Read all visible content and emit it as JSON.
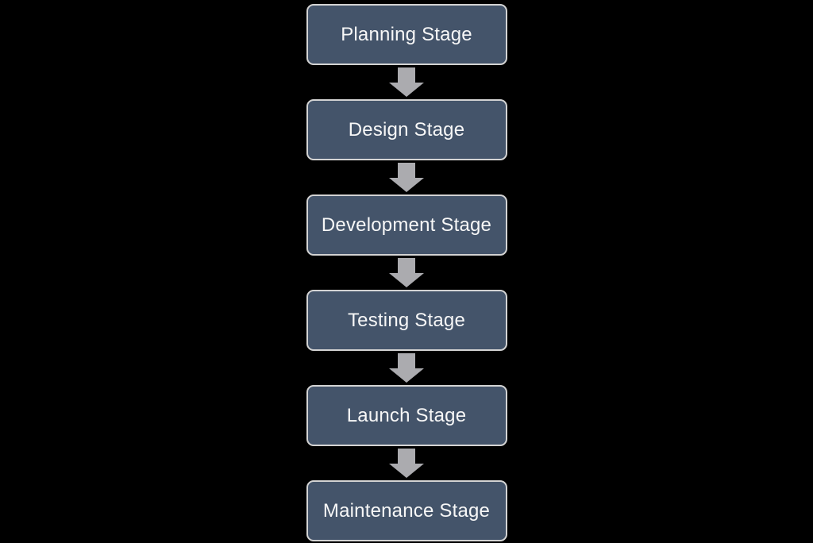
{
  "diagram": {
    "type": "flowchart",
    "direction": "top-down",
    "stages": [
      {
        "label": "Planning Stage"
      },
      {
        "label": "Design Stage"
      },
      {
        "label": "Development Stage"
      },
      {
        "label": "Testing Stage"
      },
      {
        "label": "Launch Stage"
      },
      {
        "label": "Maintenance Stage"
      }
    ],
    "connector": {
      "shape": "block-arrow-down"
    },
    "colors": {
      "background": "#000000",
      "box_fill": "#44546A",
      "box_border": "#D3D3D3",
      "box_text": "#F7F7F7",
      "arrow_fill": "#ABABAF"
    }
  }
}
